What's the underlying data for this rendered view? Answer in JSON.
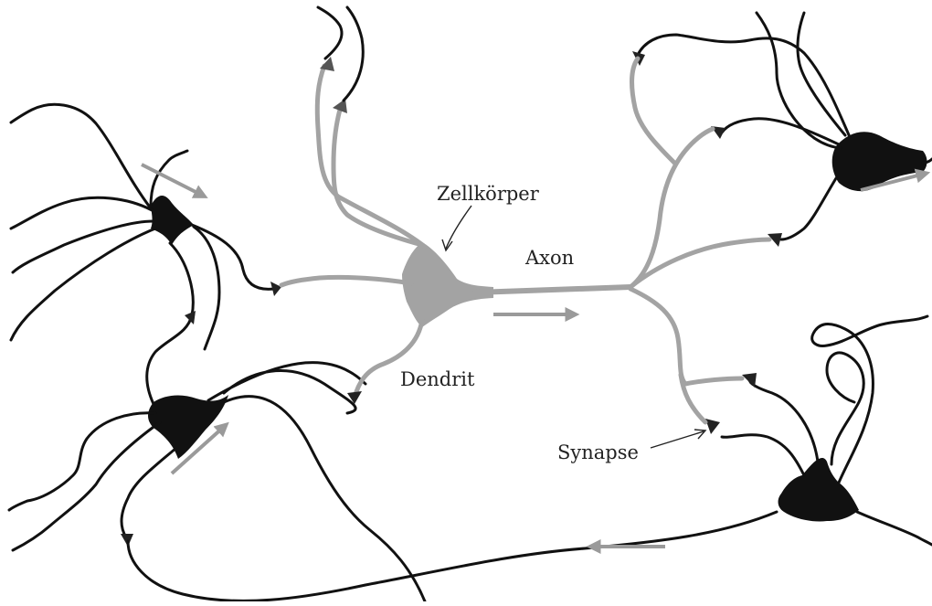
{
  "diagram": {
    "labels": {
      "cell_body": "Zellkörper",
      "axon": "Axon",
      "dendrite": "Dendrit",
      "synapse": "Synapse"
    },
    "colors": {
      "highlighted_neuron": "#a3a3a3",
      "other_neurons": "#111111",
      "arrows": "#9a9a9a",
      "pointer_lines": "#222222",
      "background": "#ffffff"
    },
    "signal_arrows": [
      {
        "id": "arrow-incoming-top-left",
        "direction": "down-right"
      },
      {
        "id": "arrow-incoming-bottom-left",
        "direction": "up-right"
      },
      {
        "id": "arrow-axon",
        "direction": "right"
      },
      {
        "id": "arrow-outgoing-right",
        "direction": "right"
      },
      {
        "id": "arrow-feedback-bottom",
        "direction": "left"
      }
    ]
  }
}
